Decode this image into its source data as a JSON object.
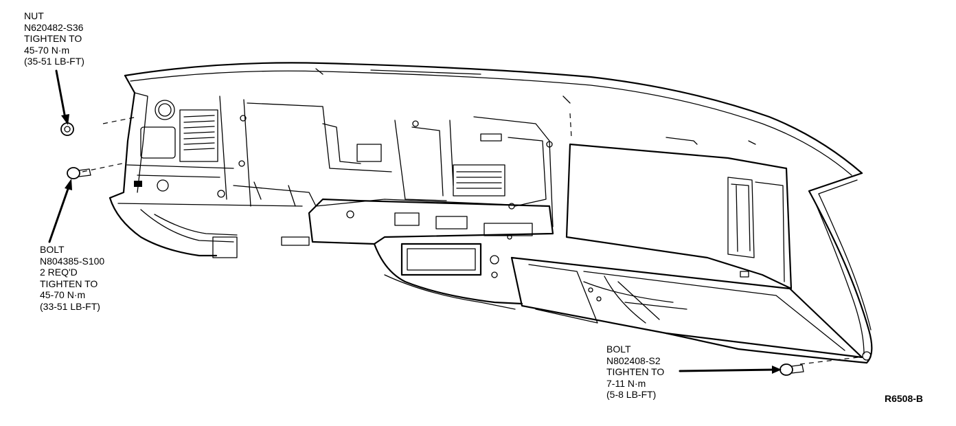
{
  "callouts": {
    "nut": {
      "lines": [
        "NUT",
        "N620482-S36",
        "TIGHTEN TO",
        "45-70 N·m",
        "(35-51 LB-FT)"
      ]
    },
    "bolt_left": {
      "lines": [
        "BOLT",
        "N804385-S100",
        "2 REQ'D",
        "TIGHTEN TO",
        "45-70 N·m",
        "(33-51 LB-FT)"
      ]
    },
    "bolt_right": {
      "lines": [
        "BOLT",
        "N802408-S2",
        "TIGHTEN TO",
        "7-11 N·m",
        "(5-8 LB-FT)"
      ]
    }
  },
  "figure_id": "R6508-B"
}
